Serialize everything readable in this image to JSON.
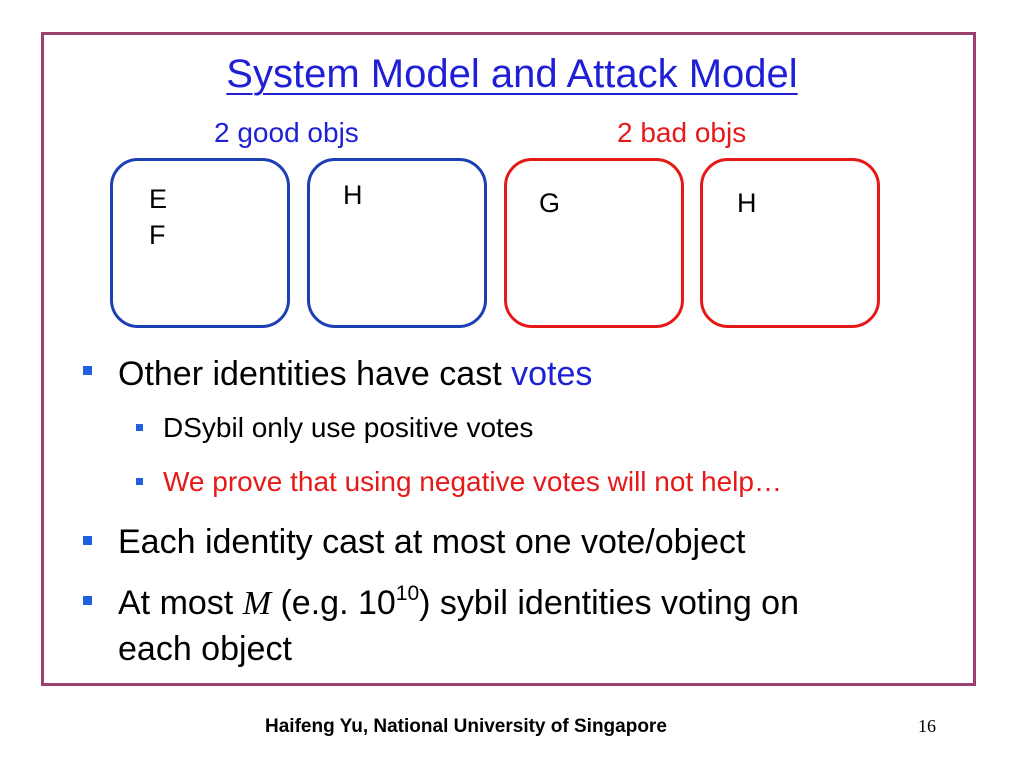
{
  "slide": {
    "title": "System Model and Attack Model",
    "good_label": "2 good objs",
    "bad_label": "2 bad objs",
    "boxes": [
      {
        "lines": [
          "E",
          "F"
        ]
      },
      {
        "lines": [
          "H"
        ]
      },
      {
        "lines": [
          "G"
        ]
      },
      {
        "lines": [
          "H"
        ]
      }
    ],
    "bullets": {
      "b1_text": "Other identities have cast ",
      "b1_highlight": "votes",
      "sub1": "DSybil only use positive votes",
      "sub2": "We prove that using negative votes will not help…",
      "b2": "Each identity cast at most one vote/object",
      "b3_pre": "At most ",
      "b3_var": "M",
      "b3_mid": " (e.g. 10",
      "b3_sup": "10",
      "b3_post": ") sybil identities voting on",
      "b3_line2": "each object"
    },
    "footer": "Haifeng Yu, National University of Singapore",
    "page_number": "16"
  }
}
